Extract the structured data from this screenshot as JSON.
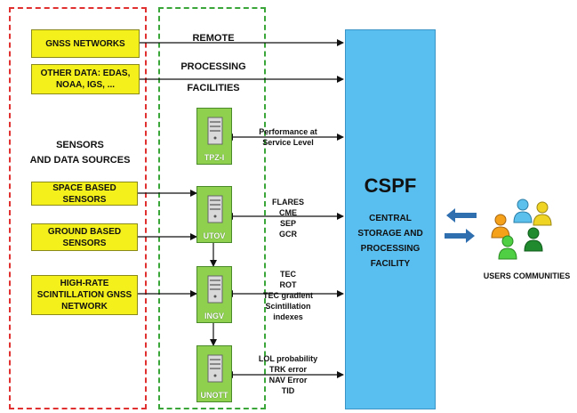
{
  "sources": {
    "heading_line1": "SENSORS",
    "heading_line2": "AND DATA SOURCES",
    "gnss": "GNSS NETWORKS",
    "other_line1": "OTHER DATA: EDAS,",
    "other_line2": "NOAA, IGS, ...",
    "space": "SPACE BASED SENSORS",
    "ground_line1": "GROUND BASED",
    "ground_line2": "SENSORS",
    "highrate_line1": "HIGH-RATE",
    "highrate_line2": "SCINTILLATION GNSS",
    "highrate_line3": "NETWORK"
  },
  "facilities": {
    "heading_line1": "REMOTE",
    "heading_line2": "PROCESSING",
    "heading_line3": "FACILITIES",
    "tpz": "TPZ-I",
    "utov": "UTOV",
    "ingv": "INGV",
    "unott": "UNOTT"
  },
  "links": {
    "tpz_line1": "Performance at",
    "tpz_line2": "Service Level",
    "utov": [
      "FLARES",
      "CME",
      "SEP",
      "GCR"
    ],
    "ingv": [
      "TEC",
      "ROT",
      "TEC gradient",
      "Scintillation",
      "indexes"
    ],
    "unott": [
      "LOL probability",
      "TRK error",
      "NAV Error",
      "TID"
    ]
  },
  "cspf": {
    "title": "CSPF",
    "line1": "CENTRAL",
    "line2": "STORAGE AND",
    "line3": "PROCESSING",
    "line4": "FACILITY"
  },
  "users": {
    "label": "USERS COMMUNITIES"
  },
  "colors": {
    "sensor_box": "#f4f01b",
    "facility_box": "#8fd14f",
    "cspf_box": "#59bff0",
    "red_border": "#e0302f",
    "green_border": "#3aa63a",
    "blue_arrow": "#2f6fb0"
  }
}
